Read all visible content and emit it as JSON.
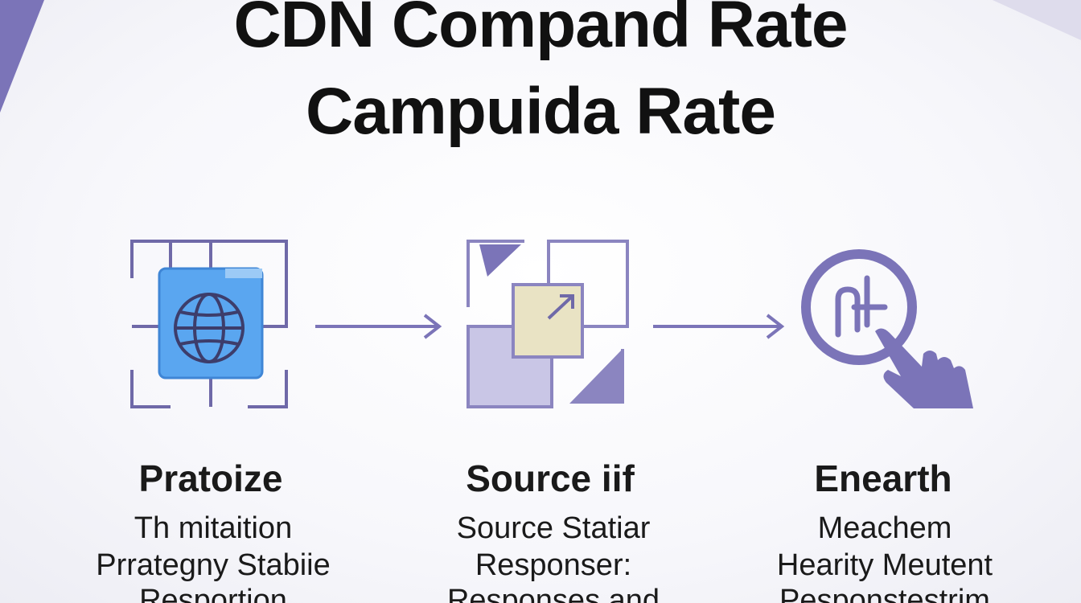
{
  "title": {
    "line1": "CDN Compand Rate",
    "line2": "Campuida Rate"
  },
  "colors": {
    "accent": "#7b74b8",
    "accent_light": "#a9a3d6",
    "globe_blue": "#5aa6f0",
    "note_yellow": "#e9e3c4",
    "text": "#111111"
  },
  "steps": [
    {
      "icon": "globe-frame-icon",
      "title": "Pratoize",
      "lines": [
        "Th mitaition",
        "Prrategny Stabiie",
        "Resportion"
      ]
    },
    {
      "icon": "overlapping-squares-icon",
      "title": "Source iif",
      "lines": [
        "Source Statiar",
        "Responser:",
        "Responses and"
      ]
    },
    {
      "icon": "search-hand-pointer-icon",
      "title": "Enearth",
      "lines": [
        "Meachem",
        "Hearity Meutent",
        "Pesponstestrim"
      ]
    }
  ]
}
